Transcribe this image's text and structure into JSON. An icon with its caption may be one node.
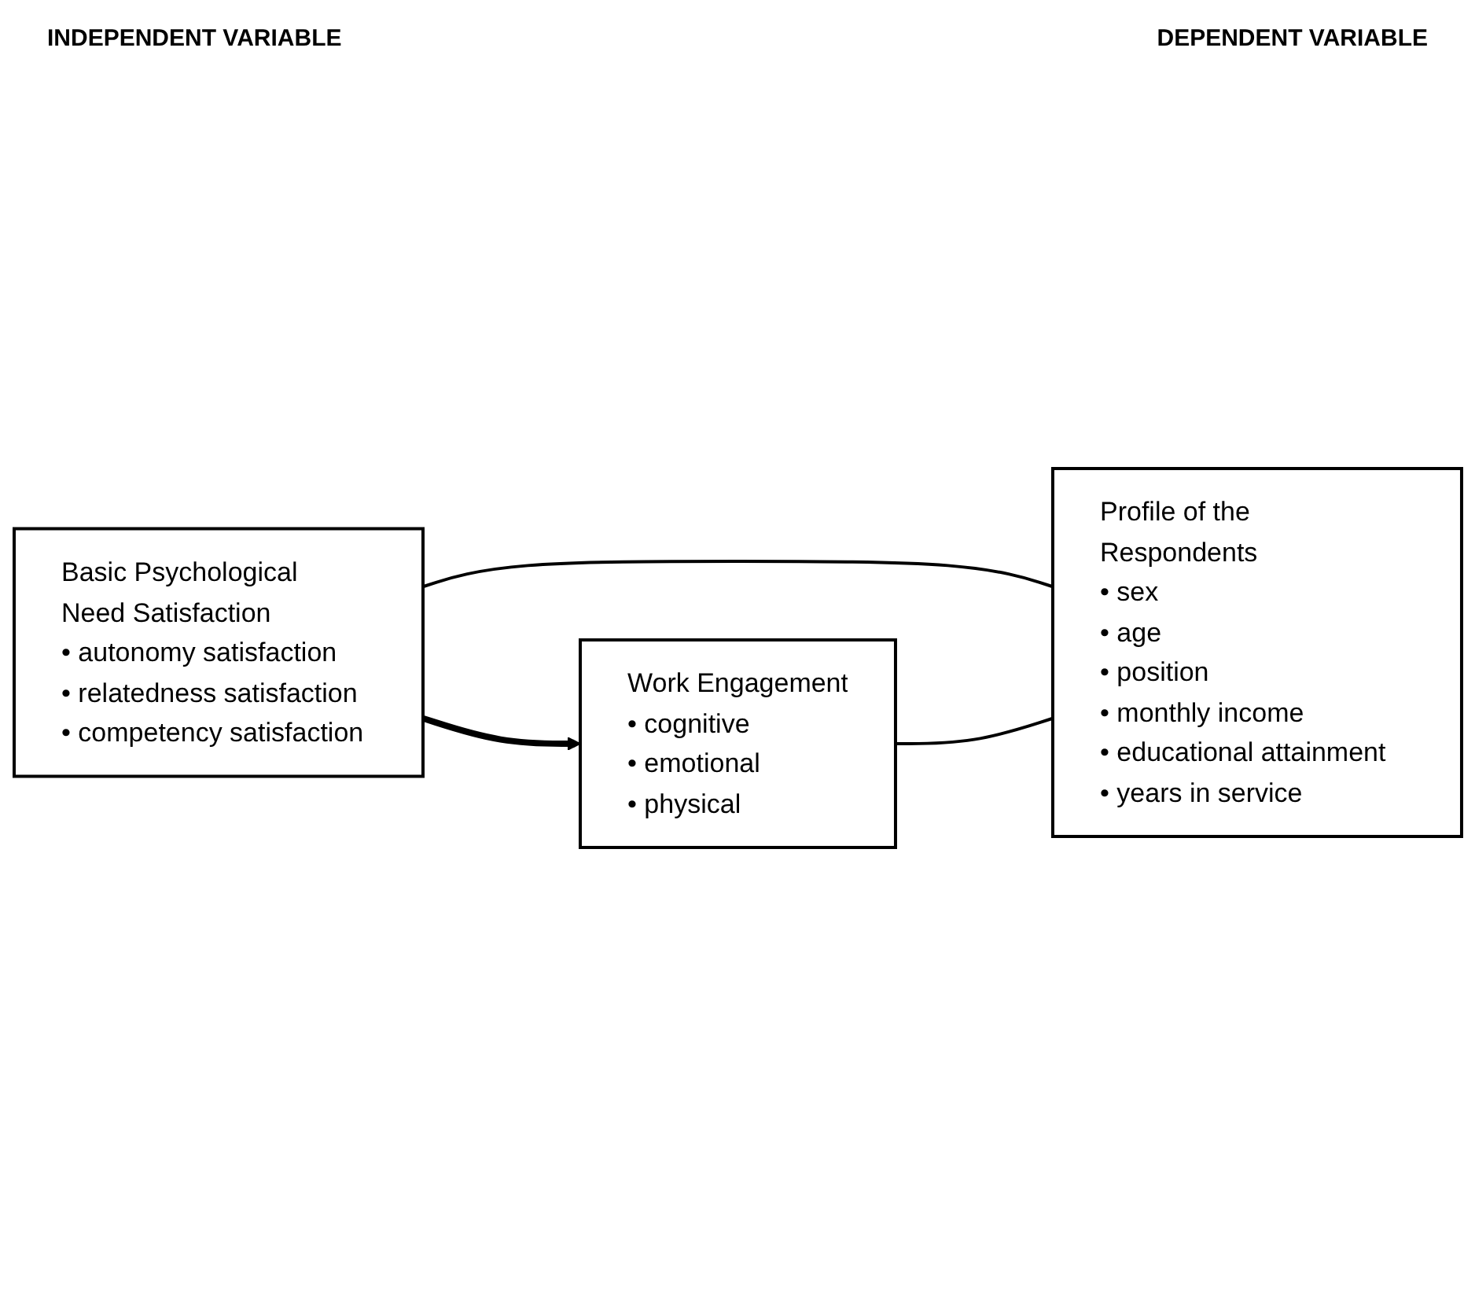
{
  "diagram": {
    "nodes": [
      {
        "text": [
          "Basic Psychological Need Satisfaction",
          "• autonomy satisfaction",
          "• relatedness satisfaction",
          "• competency satisfaction"
        ]
      },
      {
        "text": [
          "Work Engagement",
          "• cognitive",
          "• emotional",
          "• physical"
        ]
      },
      {
        "text": [
          "Profile of the Respondents",
          "• sex",
          "• age",
          "• position",
          "• monthly income",
          "• educational attainment",
          "• years in service"
        ]
      }
    ],
    "edges": [
      {
        "from": 0,
        "to": 1,
        "arrow": "to",
        "style": "thick"
      },
      {
        "from": 0,
        "to": 2,
        "arrow": "none"
      },
      {
        "from": 1,
        "to": 2,
        "arrow": "none"
      }
    ],
    "labels": [
      "INDEPENDENT VARIABLE",
      "DEPENDENT VARIABLE"
    ]
  }
}
